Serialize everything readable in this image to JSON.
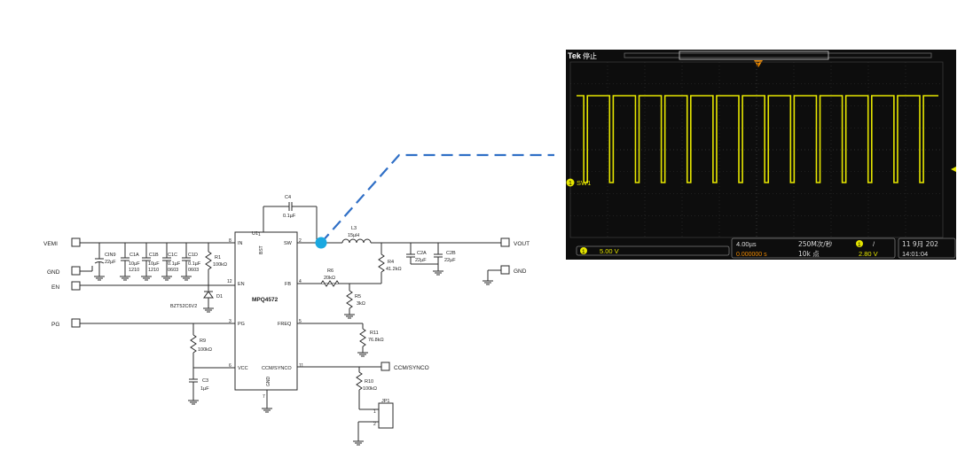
{
  "schematic": {
    "ic": {
      "refdes": "U1",
      "part": "MPQ4572",
      "pins": {
        "in": "IN",
        "en": "EN",
        "pg": "PG",
        "vcc": "VCC",
        "bst": "BST",
        "sw": "SW",
        "fb": "FB",
        "freq": "FREQ",
        "ccm": "CCM/SYNCO",
        "gnd": "GND"
      },
      "pin_numbers": {
        "in": "8",
        "bst": "1",
        "sw": "2",
        "en": "12",
        "pg": "3",
        "vcc": "6",
        "fb": "4",
        "freq": "5",
        "ccm": "11",
        "gnd": "7"
      }
    },
    "ports": {
      "vemi": "VEMI",
      "gnd_in": "GND",
      "en": "EN",
      "pg": "PG",
      "vout": "VOUT",
      "gnd_out": "GND",
      "ccm": "CCM/SYNCO"
    },
    "components": {
      "cin9": {
        "ref": "CIN9",
        "value": "22µF"
      },
      "c1a": {
        "ref": "C1A",
        "value": "10µF",
        "pkg": "1210"
      },
      "c1b": {
        "ref": "C1B",
        "value": "10µF",
        "pkg": "1210"
      },
      "c1c": {
        "ref": "C1C",
        "value": "0.1µF",
        "pkg": "0603"
      },
      "c1d": {
        "ref": "C1D",
        "value": "0.1µF",
        "pkg": "0603"
      },
      "r1": {
        "ref": "R1",
        "value": "100kΩ"
      },
      "d1": {
        "ref": "D1",
        "part": "BZT52C6V2"
      },
      "c4": {
        "ref": "C4",
        "value": "0.1µF"
      },
      "l3": {
        "ref": "L3",
        "value": "15µH"
      },
      "r6": {
        "ref": "R6",
        "value": "20kΩ"
      },
      "r5": {
        "ref": "R5",
        "value": "3kΩ"
      },
      "r4": {
        "ref": "R4",
        "value": "41.2kΩ"
      },
      "c2a": {
        "ref": "C2A",
        "value": "22µF"
      },
      "c2b": {
        "ref": "C2B",
        "value": "22µF"
      },
      "r9": {
        "ref": "R9",
        "value": "100kΩ"
      },
      "c3": {
        "ref": "C3",
        "value": "1µF"
      },
      "r11": {
        "ref": "R11",
        "value": "76.8kΩ"
      },
      "r10": {
        "ref": "R10",
        "value": "100kΩ"
      },
      "jp1": {
        "ref": "JP1",
        "pin1": "1",
        "pin2": "2"
      }
    },
    "probe_color": "#1aa8e0"
  },
  "scope": {
    "brand": "Tek",
    "status": "停止",
    "channel_marker": "1",
    "channel_label": "SW1",
    "trigger_marker": "T",
    "ch1_scale": "5.00 V",
    "timebase": "4.00µs",
    "sample_rate": "250M次/秒",
    "record_length": "10k 点",
    "position": "0.000000 s",
    "trigger_source": "1",
    "trigger_slope": "/",
    "trigger_level": "2.80 V",
    "date": "11 9月 202",
    "time": "14:01:04",
    "trace_color": "#e6e600",
    "waveform": {
      "periods": 14,
      "high_level": 1,
      "low_level": 0
    }
  }
}
